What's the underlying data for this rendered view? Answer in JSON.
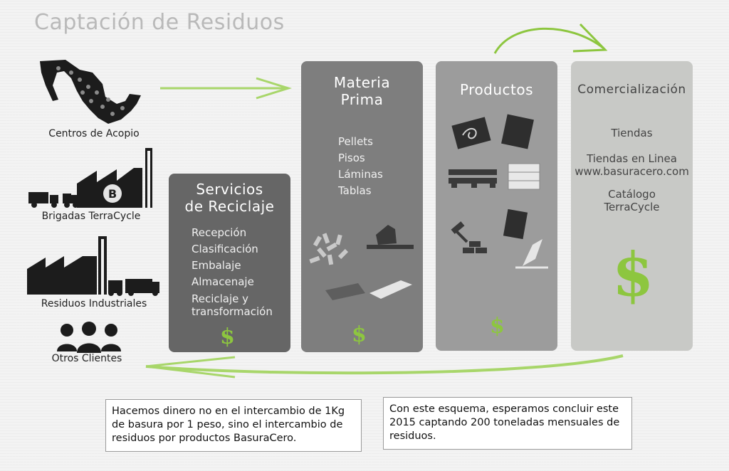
{
  "title": "Captación de Residuos",
  "sources": [
    {
      "label": "Centros de Acopio",
      "icon": "mexico-map-icon"
    },
    {
      "label": "Brigadas TerraCycle",
      "icon": "factory-trucks-icon"
    },
    {
      "label": "Residuos Industriales",
      "icon": "industrial-factory-icon"
    },
    {
      "label": "Otros Clientes",
      "icon": "people-icon"
    }
  ],
  "servicios": {
    "title_line1": "Servicios",
    "title_line2": "de Reciclaje",
    "items": [
      "Recepción",
      "Clasificación",
      "Embalaje",
      "Almacenaje",
      "Reciclaje y",
      "transformación"
    ],
    "currency": "$"
  },
  "materia": {
    "title_line1": "Materia",
    "title_line2": "Prima",
    "items": [
      "Pellets",
      "Pisos",
      "Láminas",
      "Tablas"
    ],
    "currency": "$"
  },
  "productos": {
    "title": "Productos",
    "currency": "$"
  },
  "comercializacion": {
    "title": "Comercialización",
    "item1": "Tiendas",
    "item2a": "Tiendas en Linea",
    "item2b": "www.basuracero.com",
    "item3a": "Catálogo",
    "item3b": "TerraCycle",
    "currency": "$"
  },
  "notes": {
    "left": "Hacemos dinero no en el intercambio de 1Kg de basura por  1 peso, sino el intercambio de residuos por productos BasuraCero.",
    "right": "Con este esquema, esperamos concluir este 2015 captando 200 toneladas mensuales de residuos."
  },
  "colors": {
    "accent": "#8dc63f",
    "servicios_bg": "#666666",
    "materia_bg": "#7e7e7e",
    "productos_bg": "#9c9c9c",
    "comercializacion_bg": "#c8c9c6"
  }
}
